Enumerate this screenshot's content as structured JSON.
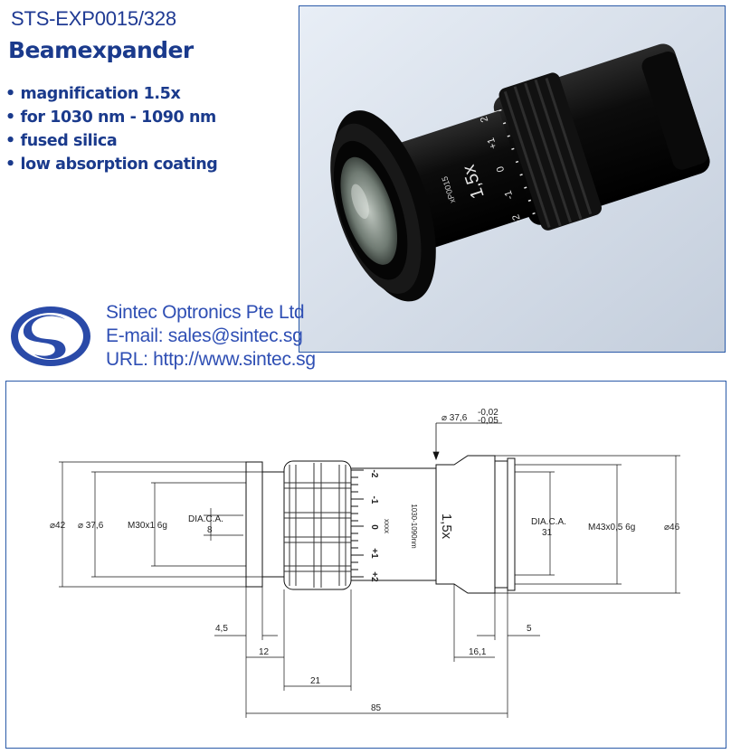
{
  "header": {
    "part_number": "STS-EXP0015/328",
    "title": "Beamexpander"
  },
  "features": [
    "magnification 1.5x",
    "for 1030 nm - 1090 nm",
    "fused silica",
    "low absorption coating"
  ],
  "company": {
    "name": "Sintec Optronics Pte Ltd",
    "email": "E-mail: sales@sintec.sg",
    "url": "URL: http://www.sintec.sg"
  },
  "photo": {
    "body_label": "1,5x",
    "serial_label": "xP0015",
    "scale_marks": [
      "2",
      "+1",
      "0",
      "-1",
      "-2"
    ]
  },
  "drawing": {
    "top_diameter": "⌀ 37,6",
    "top_tol_upper": "-0,02",
    "top_tol_lower": "-0,05",
    "left_d42": "⌀42",
    "left_d376": "⌀ 37,6",
    "left_thread": "M30x1 6g",
    "left_dia_ca": "DIA.C.A.",
    "left_dia_ca_value": "8",
    "body_magnification": "1,5x",
    "body_wavelength": "1030-1090nm",
    "body_serial": "xxxx",
    "scale_marks": [
      "-2",
      "-1",
      "0",
      "+1",
      "+2"
    ],
    "right_dia_ca": "DIA.C.A.",
    "right_dia_ca_value": "31",
    "right_thread": "M43x0,5 6g",
    "right_d46": "⌀46",
    "dim_45": "4,5",
    "dim_12": "12",
    "dim_21": "21",
    "dim_85": "85",
    "dim_5": "5",
    "dim_161": "16,1"
  },
  "colors": {
    "brand_blue": "#1a3a8c",
    "company_blue": "#2f4fb4",
    "frame_blue": "#2a5aa8"
  }
}
